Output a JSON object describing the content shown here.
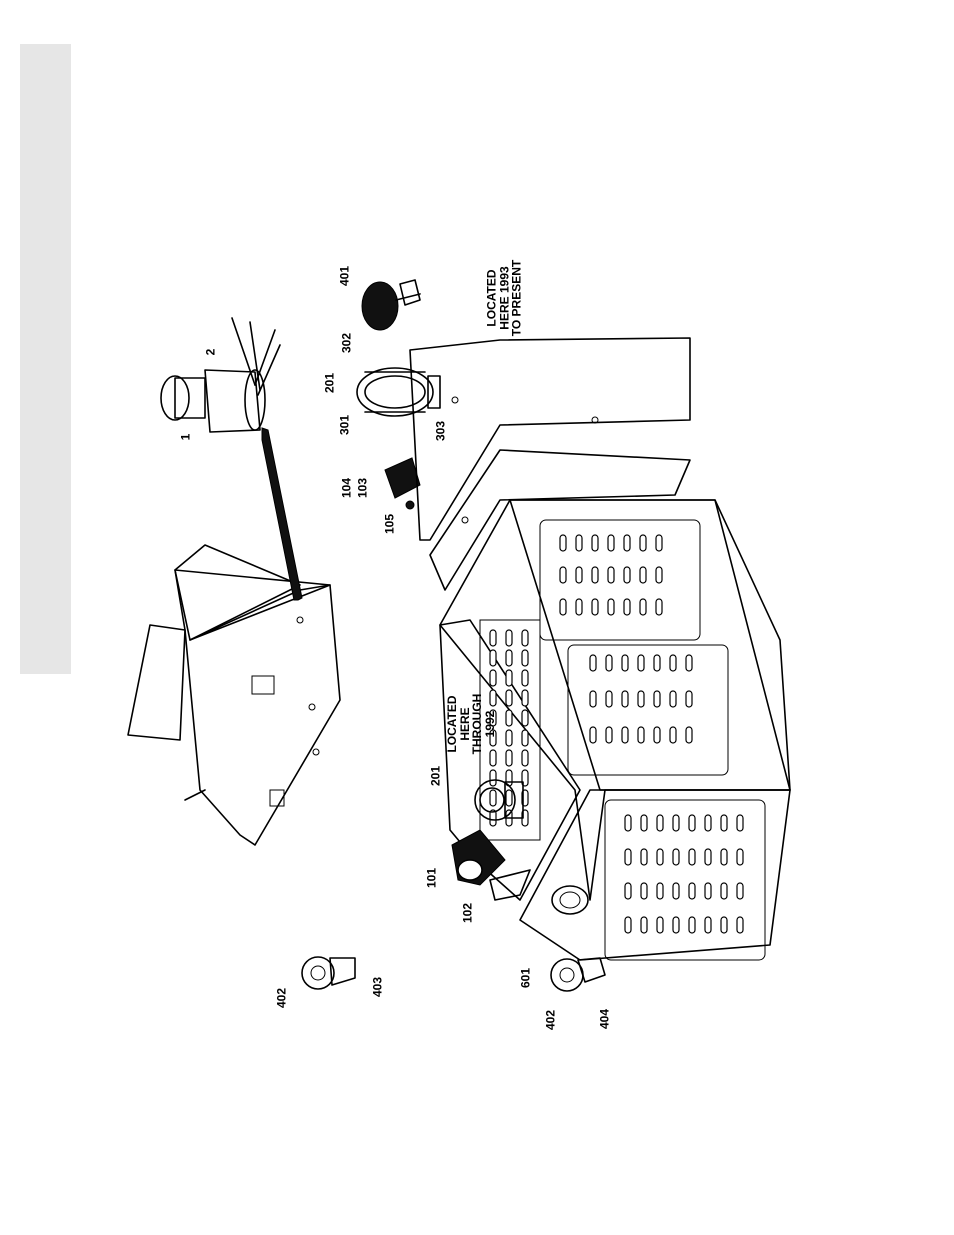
{
  "callouts": {
    "c1": "1",
    "c2": "2",
    "c101": "101",
    "c102": "102",
    "c103": "103",
    "c104": "104",
    "c105": "105",
    "c201_top": "201",
    "c201_left": "201",
    "c301": "301",
    "c302": "302",
    "c303": "303",
    "c401": "401",
    "c402_left": "402",
    "c402_bottom": "402",
    "c403": "403",
    "c404": "404",
    "c601": "601"
  },
  "notes": {
    "thru_1992": [
      "LOCATED",
      "HERE",
      "THROUGH",
      "1992"
    ],
    "since_1993": [
      "LOCATED",
      "HERE 1993",
      "TO PRESENT"
    ]
  }
}
